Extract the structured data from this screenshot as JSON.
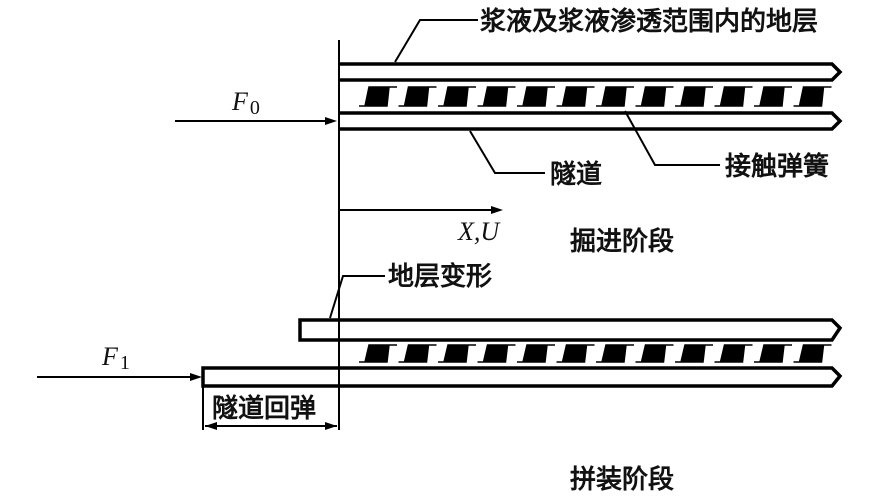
{
  "labels": {
    "grout_layer": "浆液及浆液渗透范围内的地层",
    "force_excavation": "F",
    "force_excavation_sub": "0",
    "tunnel": "隧道",
    "contact_spring": "接触弹簧",
    "axis": "X,U",
    "stage_excavation": "掘进阶段",
    "ground_deformation": "地层变形",
    "force_assembly": "F",
    "force_assembly_sub": "1",
    "tunnel_rebound": "隧道回弹",
    "stage_assembly": "拼装阶段"
  },
  "springs": {
    "top_row_count": 12,
    "bottom_row_count": 12
  }
}
